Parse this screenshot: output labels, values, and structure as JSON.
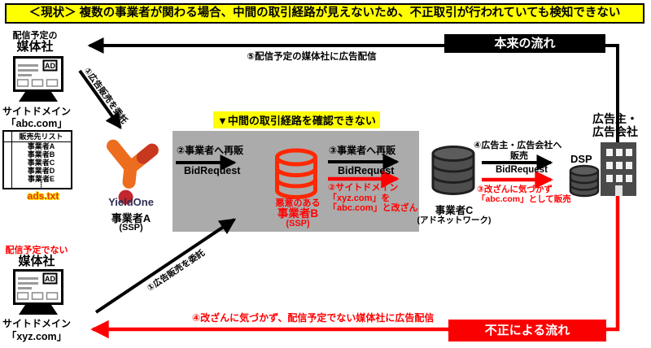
{
  "title": "＜現状＞ 複数の事業者が関わる場合、中間の取引経路が見えないため、不正取引が行われていても検知できない",
  "center_note": "▼中間の取引経路を確認できない",
  "legend": {
    "normal_flow": "本来の流れ",
    "fraud_flow": "不正による流れ"
  },
  "publisher_top": {
    "role_line1": "配信予定の",
    "role_line2": "媒体社",
    "ad_badge": "AD",
    "domain_label": "サイトドメイン",
    "domain_value": "「abc.com」"
  },
  "publisher_bottom": {
    "role_line1": "配信予定でない",
    "role_line2": "媒体社",
    "ad_badge": "AD",
    "domain_label": "サイトドメイン",
    "domain_value": "「xyz.com」"
  },
  "sales_list": {
    "title": "販売先リスト",
    "items": [
      "事業者A",
      "事業者B",
      "事業者C",
      "事業者D",
      "事業者E"
    ],
    "ellipsis": "⋮",
    "filename": "ads.txt"
  },
  "operator_a": {
    "logo": "YieldOne",
    "name": "事業者A",
    "type": "(SSP)"
  },
  "operator_b": {
    "note": "悪意のある",
    "name": "事業者B",
    "type": "(SSP)"
  },
  "operator_c": {
    "name": "事業者C",
    "type": "(アドネットワーク)"
  },
  "dsp": {
    "label": "DSP"
  },
  "advertiser": {
    "line1": "広告主・",
    "line2": "広告会社"
  },
  "steps": {
    "step1": "①広告販売を委託",
    "step2_resale": "②事業者へ再販",
    "step3_resale": "③事業者へ再販",
    "step4_sale_line1": "④広告主・広告会社へ",
    "step4_sale_line2": "販売",
    "step5_delivery": "⑤配信予定の媒体社に広告配信",
    "bid_request": "BidRequest",
    "fraud2_line1": "②サイトドメイン",
    "fraud2_line2": "「xyz.com」を",
    "fraud2_line3": "「abc.com」と改ざん",
    "fraud3_line1": "③改ざんに気づかず",
    "fraud3_line2": "「abc.com」として販売",
    "fraud4": "④改ざんに気づかず、配信予定でない媒体社に広告配信"
  },
  "colors": {
    "highlight_yellow": "#FFFF00",
    "fraud_red": "#FF0000",
    "gray_panel": "#ABABAB",
    "logo_orange": "#ED6D1F",
    "logo_red": "#C1272D",
    "db_red": "#FF2800",
    "dark_gray": "#4E4E4E"
  }
}
